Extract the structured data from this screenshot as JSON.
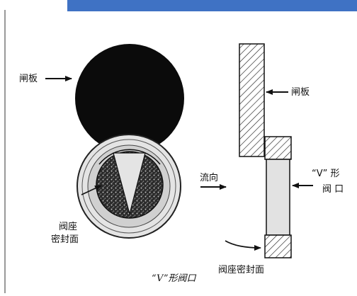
{
  "labels": {
    "gate_left": "闸板",
    "seat_left_line1": "阀座",
    "seat_left_line2": "密封面",
    "gate_right": "闸板",
    "flow": "流向",
    "v_port_line1": "“V” 形",
    "v_port_line2": "阀 口",
    "seat_right": "阀座密封面",
    "caption": "“V”形阀口"
  },
  "colors": {
    "banner": "#3f72c4",
    "gate_disc": "#0b0b0b",
    "seat_ring": "#e2e2e2",
    "seat_inner": "#d0d0d0",
    "granular": "#2a2a2a",
    "line": "#111111"
  }
}
